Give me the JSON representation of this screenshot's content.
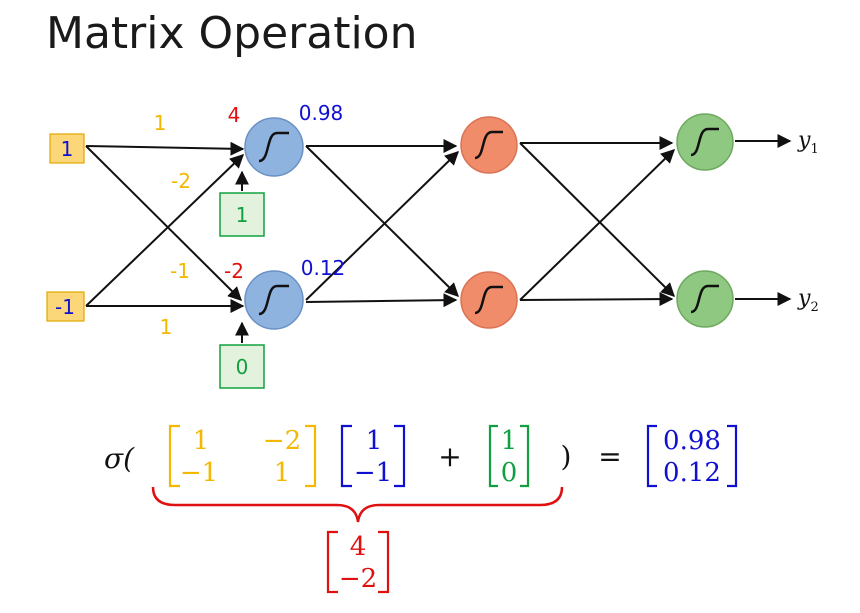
{
  "title": "Matrix Operation",
  "colors": {
    "weight": "#f5b800",
    "value": "#1010d0",
    "sum": "#e01010",
    "bias": "#10a040",
    "neuron_blue": "#8fb3df",
    "neuron_orange": "#f08c6a",
    "neuron_green": "#8fc880",
    "input_fill": "#fbd77a",
    "bias_fill": "#e2f2dc"
  },
  "inputs": [
    "1",
    "-1"
  ],
  "weights": {
    "w11": "1",
    "w21": "-2",
    "w12": "-1",
    "w22": "1"
  },
  "sums": [
    "4",
    "-2"
  ],
  "activations": [
    "0.98",
    "0.12"
  ],
  "biases": [
    "1",
    "0"
  ],
  "outputs": [
    {
      "base": "y",
      "sub": "1"
    },
    {
      "base": "y",
      "sub": "2"
    }
  ],
  "equation": {
    "sigma": "σ(",
    "W": [
      [
        "1",
        "−2"
      ],
      [
        "−1",
        "1"
      ]
    ],
    "x": [
      "1",
      "−1"
    ],
    "plus": "+",
    "b": [
      "1",
      "0"
    ],
    "close": ")",
    "equals": "=",
    "result": [
      "0.98",
      "0.12"
    ],
    "z": [
      "4",
      "−2"
    ]
  }
}
